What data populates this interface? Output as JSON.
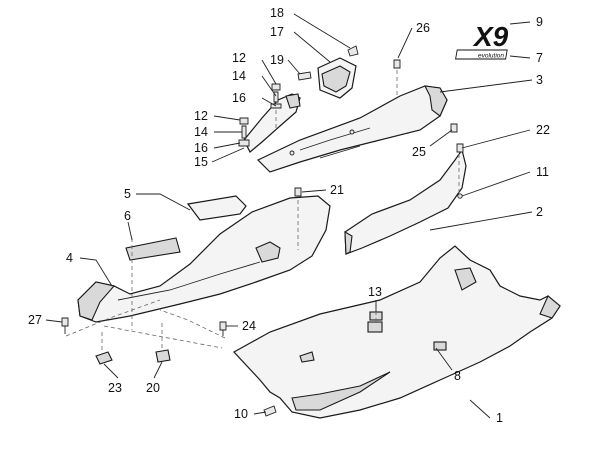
{
  "logo": {
    "text": "X9",
    "badge": "evolution"
  },
  "callouts": [
    {
      "id": "c1",
      "label": "1"
    },
    {
      "id": "c2",
      "label": "2"
    },
    {
      "id": "c3",
      "label": "3"
    },
    {
      "id": "c4",
      "label": "4"
    },
    {
      "id": "c5",
      "label": "5"
    },
    {
      "id": "c6",
      "label": "6"
    },
    {
      "id": "c7",
      "label": "7"
    },
    {
      "id": "c8",
      "label": "8"
    },
    {
      "id": "c9",
      "label": "9"
    },
    {
      "id": "c10",
      "label": "10"
    },
    {
      "id": "c11",
      "label": "11"
    },
    {
      "id": "c12a",
      "label": "12"
    },
    {
      "id": "c12b",
      "label": "12"
    },
    {
      "id": "c13",
      "label": "13"
    },
    {
      "id": "c14a",
      "label": "14"
    },
    {
      "id": "c14b",
      "label": "14"
    },
    {
      "id": "c15",
      "label": "15"
    },
    {
      "id": "c16a",
      "label": "16"
    },
    {
      "id": "c16b",
      "label": "16"
    },
    {
      "id": "c17",
      "label": "17"
    },
    {
      "id": "c18",
      "label": "18"
    },
    {
      "id": "c19",
      "label": "19"
    },
    {
      "id": "c20",
      "label": "20"
    },
    {
      "id": "c21",
      "label": "21"
    },
    {
      "id": "c22",
      "label": "22"
    },
    {
      "id": "c23",
      "label": "23"
    },
    {
      "id": "c24",
      "label": "24"
    },
    {
      "id": "c25",
      "label": "25"
    },
    {
      "id": "c26",
      "label": "26"
    },
    {
      "id": "c27",
      "label": "27"
    }
  ]
}
